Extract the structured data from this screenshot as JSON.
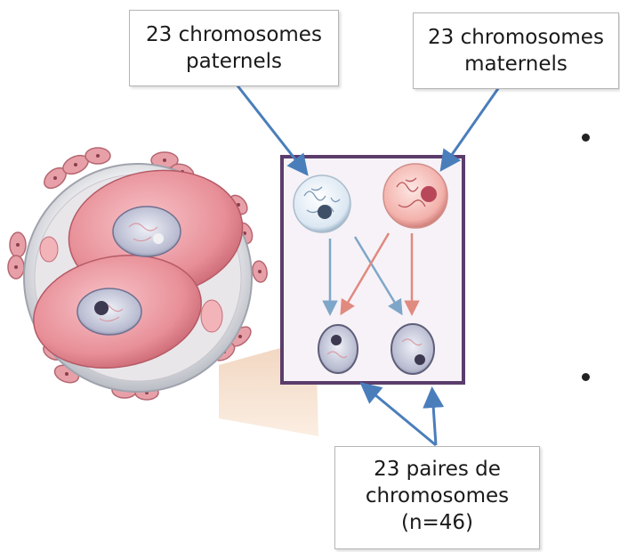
{
  "labels": {
    "paternal": {
      "line1": "23 chromosomes",
      "line2": "paternels"
    },
    "maternal": {
      "line1": "23 chromosomes",
      "line2": "maternels"
    },
    "pairs": {
      "line1": "23 paires de",
      "line2": "chromosomes",
      "line3": "(n=46)"
    }
  },
  "bullets": [
    "",
    ""
  ],
  "colors": {
    "arrow": "#4a7ebb",
    "frame": "#5b3d6b",
    "cell_pink": "#e8909a",
    "paternal_blue": "#8fb8d8",
    "maternal_red": "#e07a7a"
  }
}
